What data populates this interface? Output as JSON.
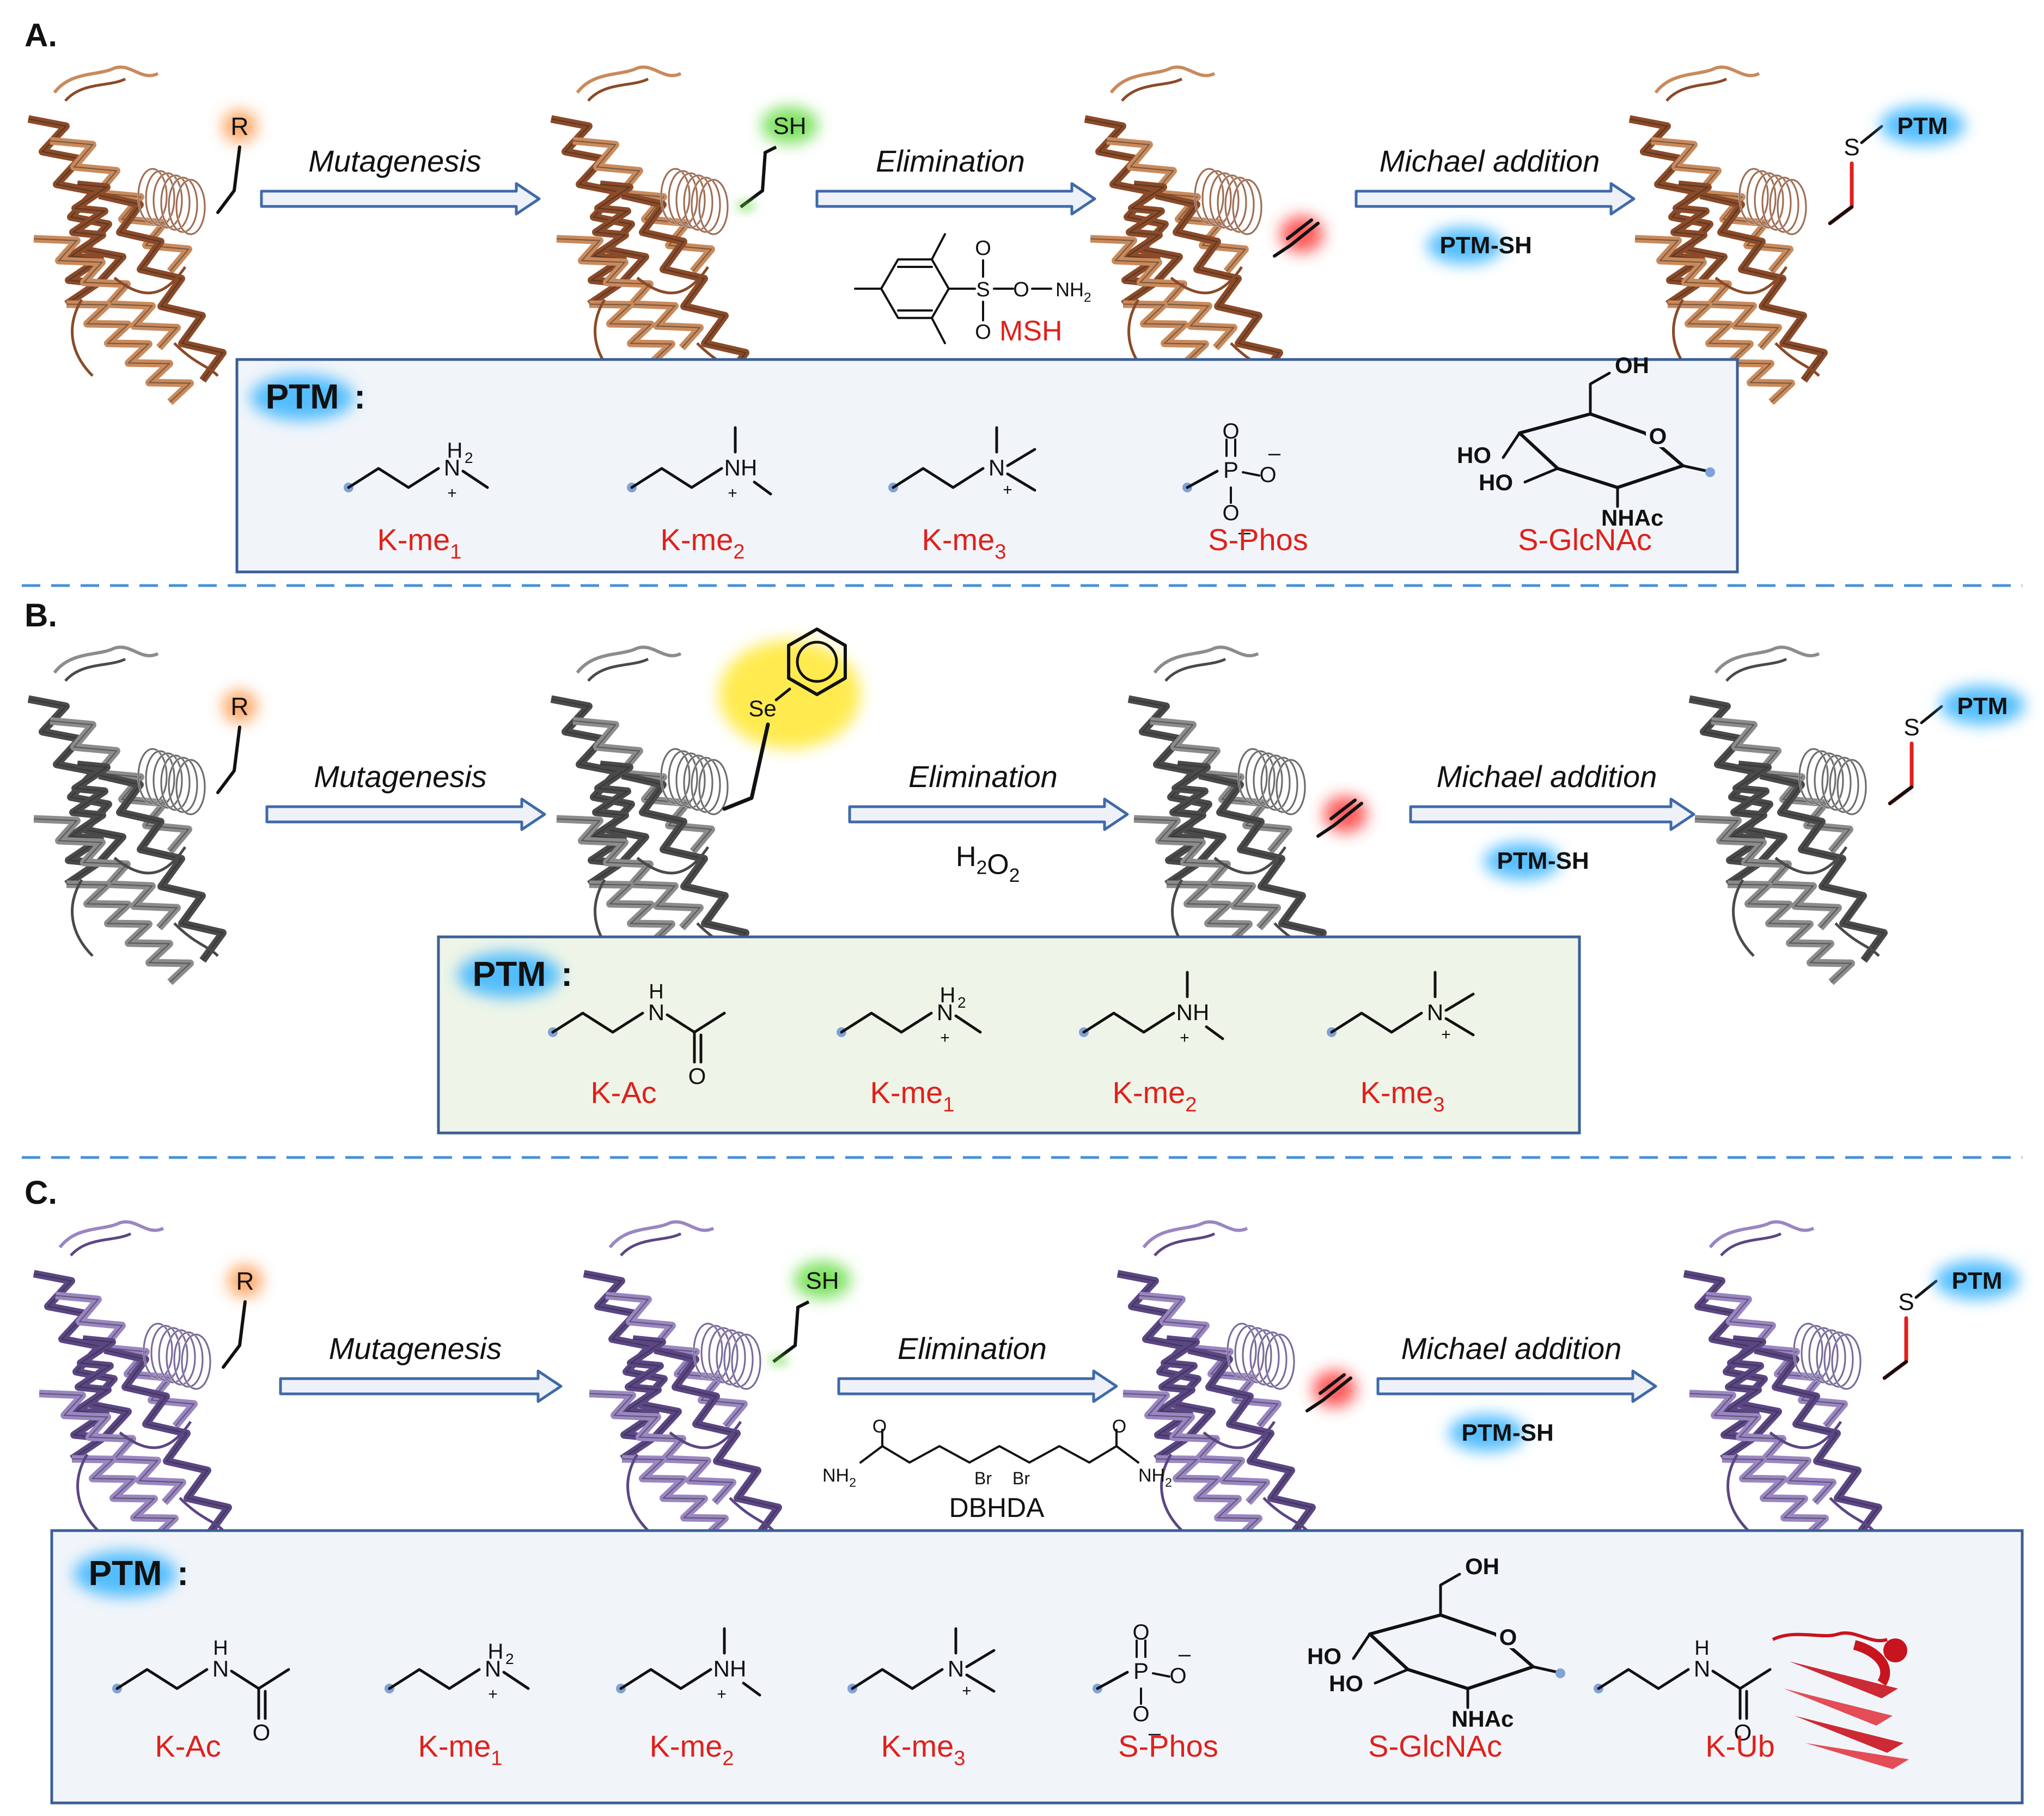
{
  "panels": [
    {
      "id": "A",
      "label": "A.",
      "protein_color": "#8b4a28",
      "protein_light": "#c98a5c",
      "start_group": "R",
      "steps": [
        {
          "label": "Mutagenesis",
          "reagent": ""
        },
        {
          "label": "Elimination",
          "reagent": "MSH"
        },
        {
          "label": "Michael addition",
          "reagent": "PTM-SH"
        }
      ],
      "intermediate": "SH",
      "product_atom": "S",
      "product_group": "PTM",
      "ptm_title": "PTM",
      "ptm_box_color": "#f1f5fa",
      "ptms": [
        "K-me1",
        "K-me2",
        "K-me3",
        "S-Phos",
        "S-GlcNAc"
      ]
    },
    {
      "id": "B",
      "label": "B.",
      "protein_color": "#4a4a4a",
      "protein_light": "#8c8c8c",
      "start_group": "R",
      "steps": [
        {
          "label": "Mutagenesis",
          "reagent": ""
        },
        {
          "label": "Elimination",
          "reagent": "H2O2"
        },
        {
          "label": "Michael addition",
          "reagent": "PTM-SH"
        }
      ],
      "intermediate": "Se",
      "product_atom": "S",
      "product_group": "PTM",
      "ptm_title": "PTM",
      "ptm_box_color": "#eef5e8",
      "ptms": [
        "K-Ac",
        "K-me1",
        "K-me2",
        "K-me3"
      ]
    },
    {
      "id": "C",
      "label": "C.",
      "protein_color": "#5b4684",
      "protein_light": "#9a86c2",
      "start_group": "R",
      "steps": [
        {
          "label": "Mutagenesis",
          "reagent": ""
        },
        {
          "label": "Elimination",
          "reagent": "DBHDA"
        },
        {
          "label": "Michael addition",
          "reagent": "PTM-SH"
        }
      ],
      "intermediate": "SH",
      "product_atom": "S",
      "product_group": "PTM",
      "ptm_title": "PTM",
      "ptm_box_color": "#f1f5fa",
      "ptms": [
        "K-Ac",
        "K-me1",
        "K-me2",
        "K-me3",
        "S-Phos",
        "S-GlcNAc",
        "K-Ub"
      ]
    }
  ],
  "structure_text": {
    "msh_sulfonyl_o": "O",
    "msh_s": "S",
    "msh_oxygen_link": "O",
    "msh_nh2": "NH2",
    "dbhda_o": "O",
    "dbhda_br": "Br",
    "dbhda_nh2": "NH2",
    "nh2_plus": "H2",
    "n": "N",
    "plus": "+",
    "nh": "NH",
    "h": "H",
    "p": "P",
    "minus": "–",
    "oh": "OH",
    "ho": "HO",
    "nhac": "NHAc",
    "o": "O"
  },
  "colors": {
    "arrow_stroke": "#3f6aa8",
    "arrow_fill": "#eef2f8",
    "box_border": "#3b5f96",
    "divider": "#4a90d9",
    "red_text": "#e0201b",
    "glow_blue": "#37b4ff",
    "glow_orange": "#ff9a50",
    "glow_green": "#66dd44",
    "glow_red": "#ff3030",
    "glow_yellow": "#ffe830",
    "bond_red": "#e0201b",
    "dot": "#7fa3d6",
    "ub_red": "#c8141e"
  }
}
